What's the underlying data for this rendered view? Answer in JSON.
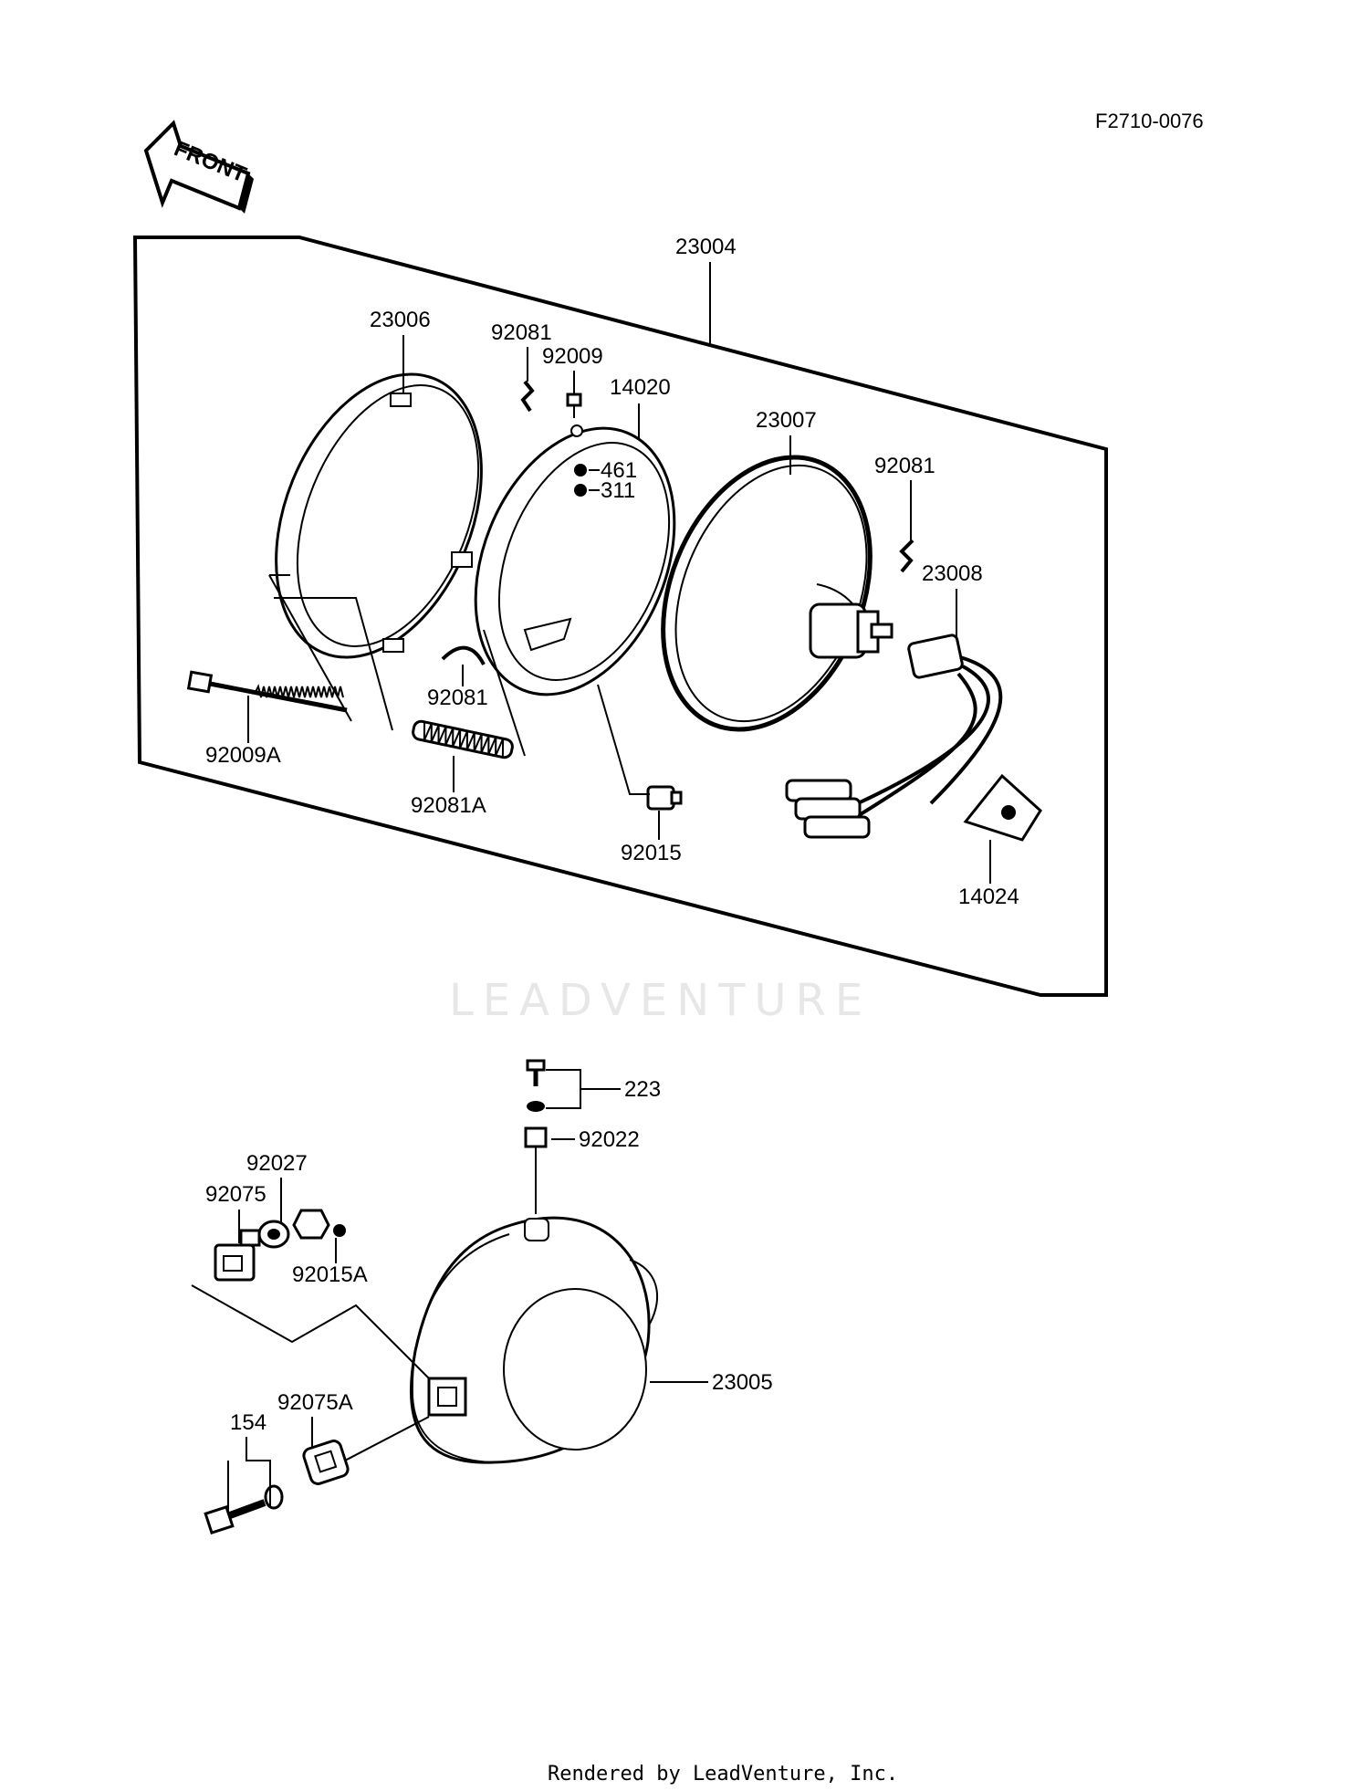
{
  "diagram_code": "F2710-0076",
  "front_label": "FRONT",
  "watermark": "LEADVENTURE",
  "footer": "Rendered by LeadVenture, Inc.",
  "parts": {
    "p23004": "23004",
    "p23006": "23006",
    "p92081_a": "92081",
    "p92009": "92009",
    "p14020": "14020",
    "p461": "461",
    "p311": "311",
    "p23007": "23007",
    "p92081_b": "92081",
    "p23008": "23008",
    "p92081_c": "92081",
    "p92009A": "92009A",
    "p92081A": "92081A",
    "p92015": "92015",
    "p14024": "14024",
    "p223": "223",
    "p92022": "92022",
    "p92027": "92027",
    "p92075": "92075",
    "p92015A": "92015A",
    "p23005": "23005",
    "p154": "154",
    "p92075A": "92075A"
  }
}
